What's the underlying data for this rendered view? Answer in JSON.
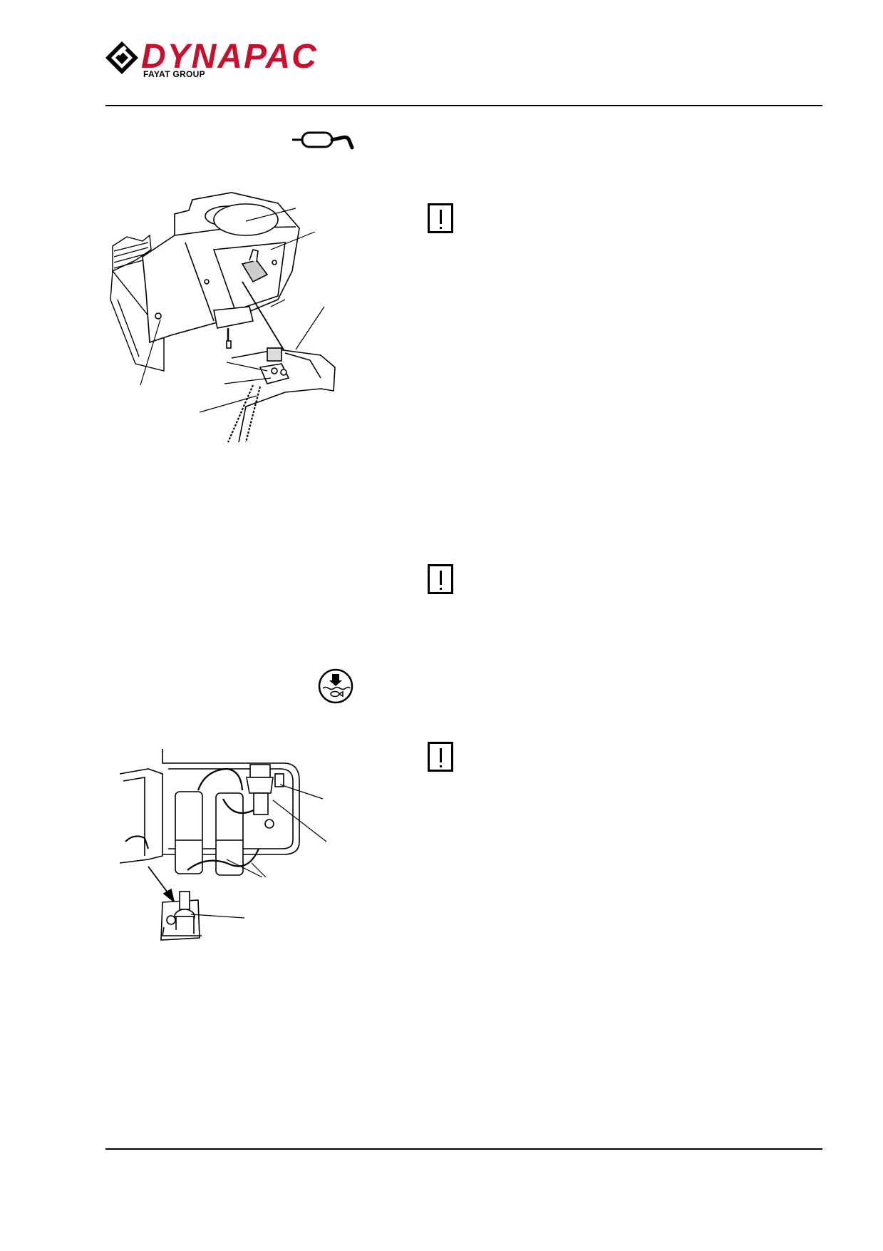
{
  "header": {
    "brand": "DYNAPAC",
    "brand_sub": "FAYAT GROUP",
    "brand_color": "#c8102e"
  },
  "icons": {
    "exhaust_symbol": "exhaust-icon",
    "fuel_water_separator_symbol": "fuel-filter-water-icon",
    "warnings": [
      "warning-icon",
      "warning-icon",
      "warning-icon"
    ]
  },
  "figures": [
    {
      "name": "figure-exhaust-assembly",
      "description_visible": false
    },
    {
      "name": "figure-fuel-filter-assembly",
      "description_visible": false
    }
  ]
}
